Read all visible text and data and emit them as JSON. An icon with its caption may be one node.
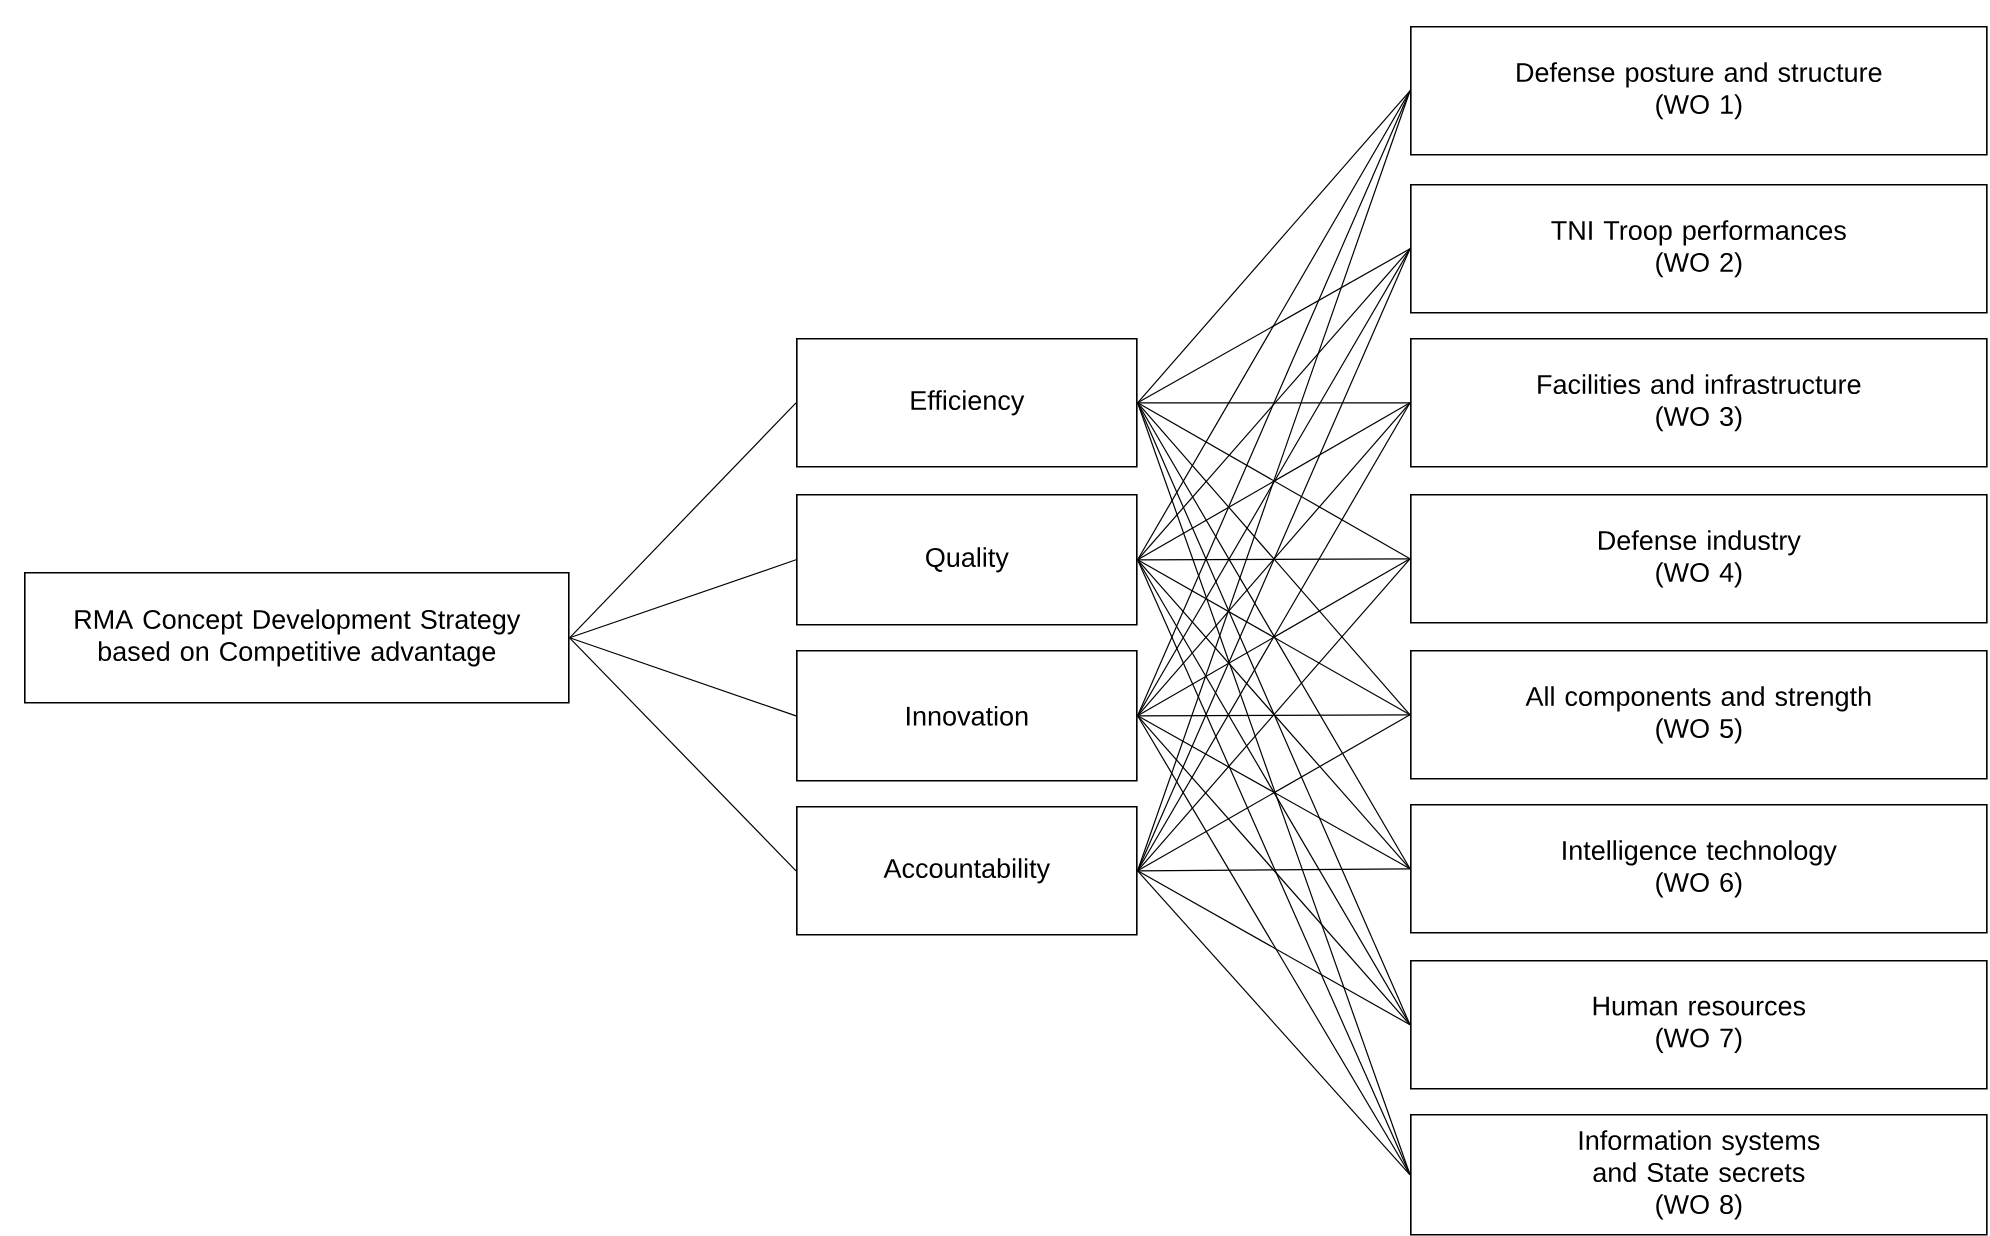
{
  "diagram": {
    "nodes": [
      {
        "text": [
          "RMA Concept Development Strategy based on Competitive advantage"
        ]
      },
      {
        "text": [
          "Efficiency"
        ]
      },
      {
        "text": [
          "Quality"
        ]
      },
      {
        "text": [
          "Innovation"
        ]
      },
      {
        "text": [
          "Accountability"
        ]
      },
      {
        "text": [
          "Defense posture and structure",
          "(WO 1)"
        ]
      },
      {
        "text": [
          "TNI Troop performances",
          "(WO 2)"
        ]
      },
      {
        "text": [
          "Facilities and infrastructure",
          "(WO 3)"
        ]
      },
      {
        "text": [
          "Defense industry",
          "(WO 4)"
        ]
      },
      {
        "text": [
          "All components and strength",
          "(WO 5)"
        ]
      },
      {
        "text": [
          "Intelligence technology",
          "(WO 6)"
        ]
      },
      {
        "text": [
          "Human resources",
          "(WO 7)"
        ]
      },
      {
        "text": [
          "Information systems and State secrets",
          "(WO 8)"
        ]
      }
    ],
    "edges": [
      {
        "from": 0,
        "to": 1,
        "arrow": "none"
      },
      {
        "from": 0,
        "to": 2,
        "arrow": "none"
      },
      {
        "from": 0,
        "to": 3,
        "arrow": "none"
      },
      {
        "from": 0,
        "to": 4,
        "arrow": "none"
      },
      {
        "from": 1,
        "to": 5,
        "arrow": "none"
      },
      {
        "from": 1,
        "to": 6,
        "arrow": "none"
      },
      {
        "from": 1,
        "to": 7,
        "arrow": "none"
      },
      {
        "from": 1,
        "to": 8,
        "arrow": "none"
      },
      {
        "from": 1,
        "to": 9,
        "arrow": "none"
      },
      {
        "from": 1,
        "to": 10,
        "arrow": "none"
      },
      {
        "from": 1,
        "to": 11,
        "arrow": "none"
      },
      {
        "from": 1,
        "to": 12,
        "arrow": "none"
      },
      {
        "from": 2,
        "to": 5,
        "arrow": "none"
      },
      {
        "from": 2,
        "to": 6,
        "arrow": "none"
      },
      {
        "from": 2,
        "to": 7,
        "arrow": "none"
      },
      {
        "from": 2,
        "to": 8,
        "arrow": "none"
      },
      {
        "from": 2,
        "to": 9,
        "arrow": "none"
      },
      {
        "from": 2,
        "to": 10,
        "arrow": "none"
      },
      {
        "from": 2,
        "to": 11,
        "arrow": "none"
      },
      {
        "from": 2,
        "to": 12,
        "arrow": "none"
      },
      {
        "from": 3,
        "to": 5,
        "arrow": "none"
      },
      {
        "from": 3,
        "to": 6,
        "arrow": "none"
      },
      {
        "from": 3,
        "to": 7,
        "arrow": "none"
      },
      {
        "from": 3,
        "to": 8,
        "arrow": "none"
      },
      {
        "from": 3,
        "to": 9,
        "arrow": "none"
      },
      {
        "from": 3,
        "to": 10,
        "arrow": "none"
      },
      {
        "from": 3,
        "to": 11,
        "arrow": "none"
      },
      {
        "from": 3,
        "to": 12,
        "arrow": "none"
      },
      {
        "from": 4,
        "to": 5,
        "arrow": "none"
      },
      {
        "from": 4,
        "to": 6,
        "arrow": "none"
      },
      {
        "from": 4,
        "to": 7,
        "arrow": "none"
      },
      {
        "from": 4,
        "to": 8,
        "arrow": "none"
      },
      {
        "from": 4,
        "to": 9,
        "arrow": "none"
      },
      {
        "from": 4,
        "to": 10,
        "arrow": "none"
      },
      {
        "from": 4,
        "to": 11,
        "arrow": "none"
      },
      {
        "from": 4,
        "to": 12,
        "arrow": "none"
      }
    ]
  }
}
